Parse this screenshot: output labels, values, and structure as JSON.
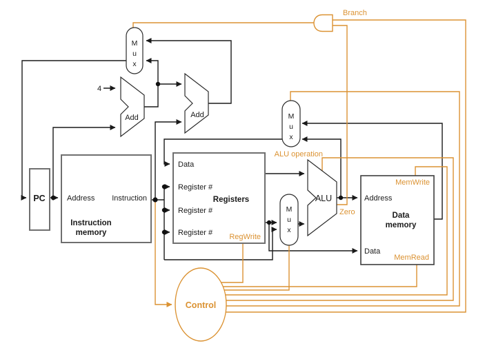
{
  "colors": {
    "control_accent": "#DB9232",
    "wire": "#1a1a1a",
    "block_stroke_light": "#6f6f6f",
    "block_stroke_dark": "#3d3d3d",
    "background": "#ffffff"
  },
  "labels": {
    "pc": "PC",
    "im_title1": "Instruction",
    "im_title2": "memory",
    "im_address": "Address",
    "im_instruction": "Instruction",
    "reg_title": "Registers",
    "reg_data": "Data",
    "reg_port": "Register #",
    "regwrite": "RegWrite",
    "dm_title1": "Data",
    "dm_title2": "memory",
    "dm_address": "Address",
    "dm_data": "Data",
    "memwrite": "MemWrite",
    "memread": "MemRead",
    "control": "Control",
    "branch": "Branch",
    "alu_op": "ALU operation",
    "zero": "Zero",
    "add": "Add",
    "alu": "ALU",
    "four": "4",
    "mux": [
      "M",
      "u",
      "x"
    ]
  }
}
